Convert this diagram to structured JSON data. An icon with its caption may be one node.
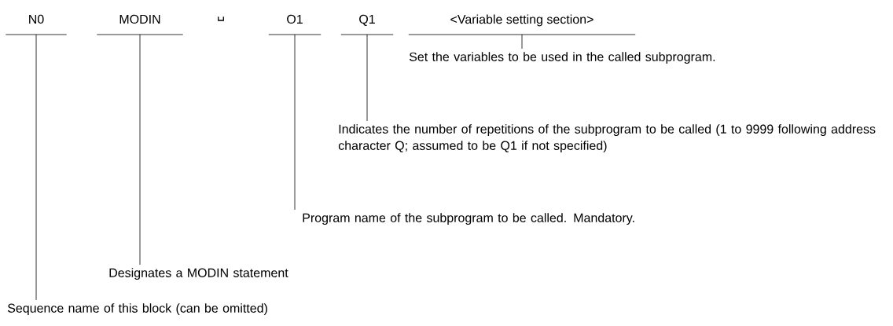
{
  "diagram": {
    "nodes": [
      {
        "text": [
          "N0"
        ]
      },
      {
        "text": [
          "MODIN"
        ]
      },
      {
        "text": [
          "O1"
        ]
      },
      {
        "text": [
          "Q1"
        ]
      },
      {
        "text": [
          "<Variable setting section>"
        ]
      },
      {
        "text": [
          "Set the variables to be used in the called subprogram."
        ]
      },
      {
        "text": [
          "Indicates the number of repetitions of the subprogram to be called (1 to 9999 following address character Q; assumed to be Q1 if not specified)"
        ]
      },
      {
        "text": [
          "Program name of the subprogram to be called.  Mandatory."
        ]
      },
      {
        "text": [
          "Designates a MODIN statement"
        ]
      },
      {
        "text": [
          "Sequence name of this block (can be omitted)"
        ]
      }
    ],
    "edges": [
      {
        "from": 4,
        "to": 5,
        "arrow": "none"
      },
      {
        "from": 3,
        "to": 6,
        "arrow": "none"
      },
      {
        "from": 2,
        "to": 7,
        "arrow": "none"
      },
      {
        "from": 1,
        "to": 8,
        "arrow": "none"
      },
      {
        "from": 0,
        "to": 9,
        "arrow": "none"
      }
    ],
    "labels": [
      "␣"
    ]
  }
}
